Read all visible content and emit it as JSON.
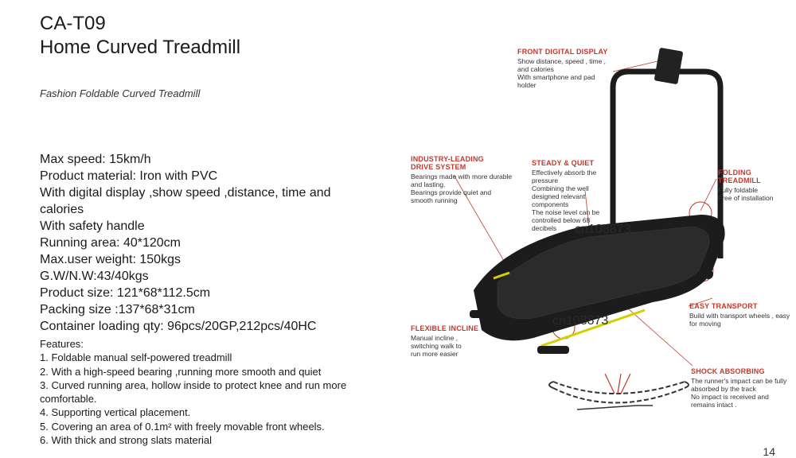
{
  "header": {
    "model": "CA-T09",
    "title": "Home Curved Treadmill",
    "subtitle": "Fashion Foldable Curved Treadmill"
  },
  "specs": [
    "Max speed: 15km/h",
    "Product material: Iron with PVC",
    "With digital display ,show speed ,distance, time and calories",
    "With safety handle",
    "Running area: 40*120cm",
    "Max.user weight: 150kgs",
    "G.W/N.W:43/40kgs",
    "Product size: 121*68*112.5cm",
    "Packing size :137*68*31cm",
    "Container loading qty: 96pcs/20GP,212pcs/40HC"
  ],
  "features": {
    "heading": "Features:",
    "items": [
      "1. Foldable manual self-powered treadmill",
      "2. With a high-speed bearing ,running more smooth and quiet",
      "3. Curved running area, hollow inside to protect knee and run more comfortable.",
      "4. Supporting vertical placement.",
      "5. Covering an area of 0.1m² with freely movable front wheels.",
      "6. With thick and strong slats material"
    ]
  },
  "callouts": {
    "front_display": {
      "title": "FRONT DIGITAL DISPLAY",
      "lines": [
        "Show distance, speed , time ,",
        "and calories",
        "With smartphone and pad",
        "holder"
      ]
    },
    "drive_system": {
      "title": "INDUSTRY-LEADING DRIVE SYSTEM",
      "lines": [
        "Bearings made with more durable",
        "and lasting.",
        "Bearings provide quiet and",
        "smooth running"
      ]
    },
    "steady_quiet": {
      "title": "STEADY & QUIET",
      "lines": [
        "Effectively absorb the",
        "pressure",
        "Combining the well",
        "designed relevant",
        "components",
        "The noise level can be",
        "controlled below 68",
        "decibels"
      ]
    },
    "folding": {
      "title": "FOLDING TREADMILL",
      "lines": [
        "Fully foldable",
        "Free of installation"
      ]
    },
    "transport": {
      "title": "EASY TRANSPORT",
      "lines": [
        "Build with transport wheels , easy",
        "for moving"
      ]
    },
    "incline": {
      "title": "FLEXIBLE INCLINE",
      "lines": [
        "Manual incline ,",
        "switching walk to",
        "run more easier"
      ]
    },
    "shock": {
      "title": "SHOCK ABSORBING",
      "lines": [
        "The runner's impact can be fully",
        "absorbed by the track",
        "No impact is received and",
        "remains intact ."
      ]
    }
  },
  "watermarks": [
    "cn108873",
    "cn108873"
  ],
  "page_number": "14",
  "colors": {
    "callout_title": "#c0392b",
    "frame": "#1c1c1c",
    "accent": "#d4d000"
  }
}
